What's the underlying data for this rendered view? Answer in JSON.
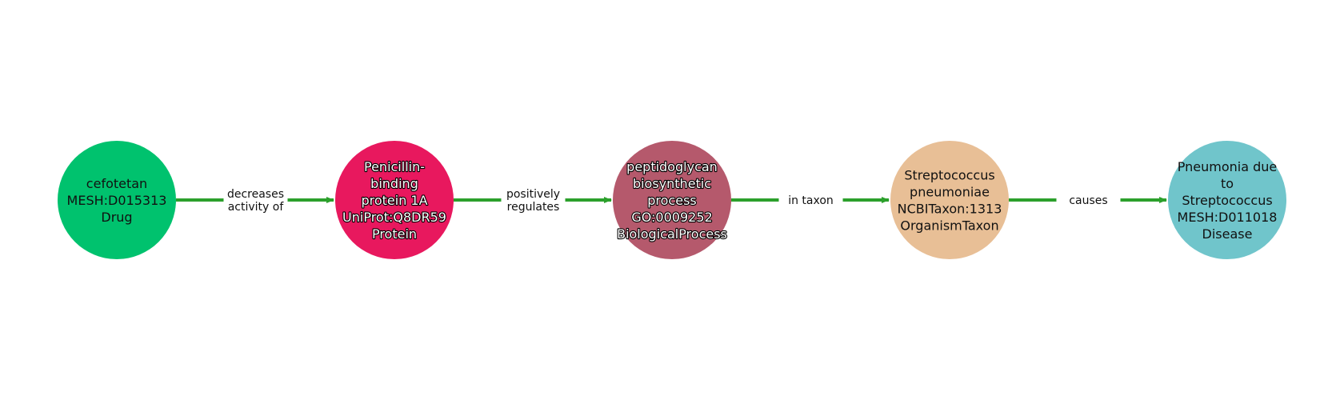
{
  "graph": {
    "edge_color": "#2ca02c",
    "nodes": [
      {
        "id": "n1",
        "lines": [
          "cefotetan",
          "MESH:D015313",
          "Drug"
        ],
        "color": "#00c26e",
        "text_style": "dark"
      },
      {
        "id": "n2",
        "lines": [
          "Penicillin-",
          "binding",
          "protein 1A",
          "UniProt:Q8DR59",
          "Protein"
        ],
        "color": "#e8185e",
        "text_style": "light"
      },
      {
        "id": "n3",
        "lines": [
          "peptidoglycan",
          "biosynthetic",
          "process",
          "GO:0009252",
          "BiologicalProcess"
        ],
        "color": "#b5596c",
        "text_style": "light"
      },
      {
        "id": "n4",
        "lines": [
          "Streptococcus",
          "pneumoniae",
          "NCBITaxon:1313",
          "OrganismTaxon"
        ],
        "color": "#e8bf96",
        "text_style": "dark"
      },
      {
        "id": "n5",
        "lines": [
          "Pneumonia due",
          "to",
          "Streptococcus",
          "MESH:D011018",
          "Disease"
        ],
        "color": "#70c5cb",
        "text_style": "dark"
      }
    ],
    "edges": [
      {
        "from": "n1",
        "to": "n2",
        "lines": [
          "decreases",
          "activity of"
        ]
      },
      {
        "from": "n2",
        "to": "n3",
        "lines": [
          "positively",
          "regulates"
        ]
      },
      {
        "from": "n3",
        "to": "n4",
        "lines": [
          "in taxon"
        ]
      },
      {
        "from": "n4",
        "to": "n5",
        "lines": [
          "causes"
        ]
      }
    ]
  }
}
